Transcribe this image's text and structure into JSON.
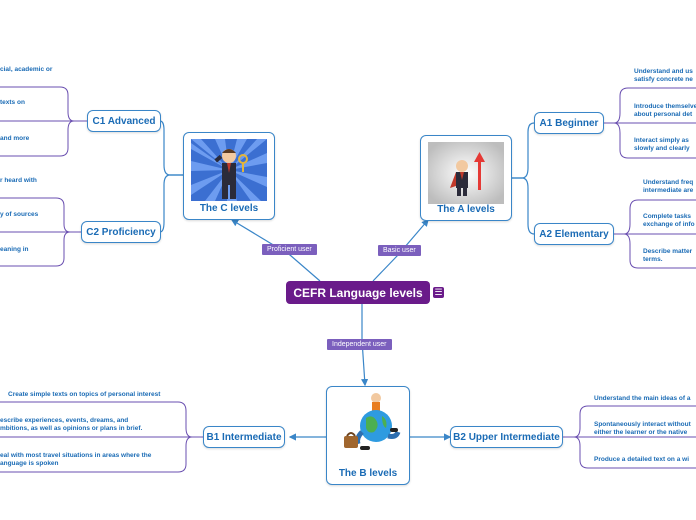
{
  "root": {
    "title": "CEFR Language levels",
    "note_icon": "note-icon"
  },
  "relations": {
    "proficient": "Proficient user",
    "basic": "Basic user",
    "independent": "Independent user"
  },
  "groups": {
    "c": {
      "label": "The C levels"
    },
    "a": {
      "label": "The A levels"
    },
    "b": {
      "label": "The B levels"
    }
  },
  "levels": {
    "c1": {
      "label": "C1 Advanced",
      "leaves": [
        "cial, academic or",
        "texts on",
        "and more"
      ]
    },
    "c2": {
      "label": "C2 Proficiency",
      "leaves": [
        "r heard with",
        "y of sources",
        "eaning in"
      ]
    },
    "a1": {
      "label": "A1 Beginner",
      "leaves": [
        "Understand and us\nsatisfy concrete ne",
        "Introduce themselve\nabout personal det",
        "Interact simply as\nslowly and clearly"
      ]
    },
    "a2": {
      "label": "A2 Elementary",
      "leaves": [
        "Understand freq\nintermediate are",
        "Complete tasks\nexchange of info",
        "Describe matter\nterms."
      ]
    },
    "b1": {
      "label": "B1 Intermediate",
      "leaves": [
        "Create simple texts on topics of personal interest",
        "escribe experiences, events, dreams, and\nmbitions, as well as opinions or plans in brief.",
        "eal with most travel situations in areas where the\nanguage is spoken"
      ]
    },
    "b2": {
      "label": "B2 Upper Intermediate",
      "leaves": [
        "Understand the main ideas of a",
        "Spontaneously interact without\neither the learner or the native",
        "Produce a detailed text on a wi"
      ]
    }
  },
  "colors": {
    "root": "#6a1b8a",
    "relation": "#7b5fbd",
    "node_border": "#3a86c8",
    "text": "#1a6bb5",
    "line": "#3a86c8"
  }
}
